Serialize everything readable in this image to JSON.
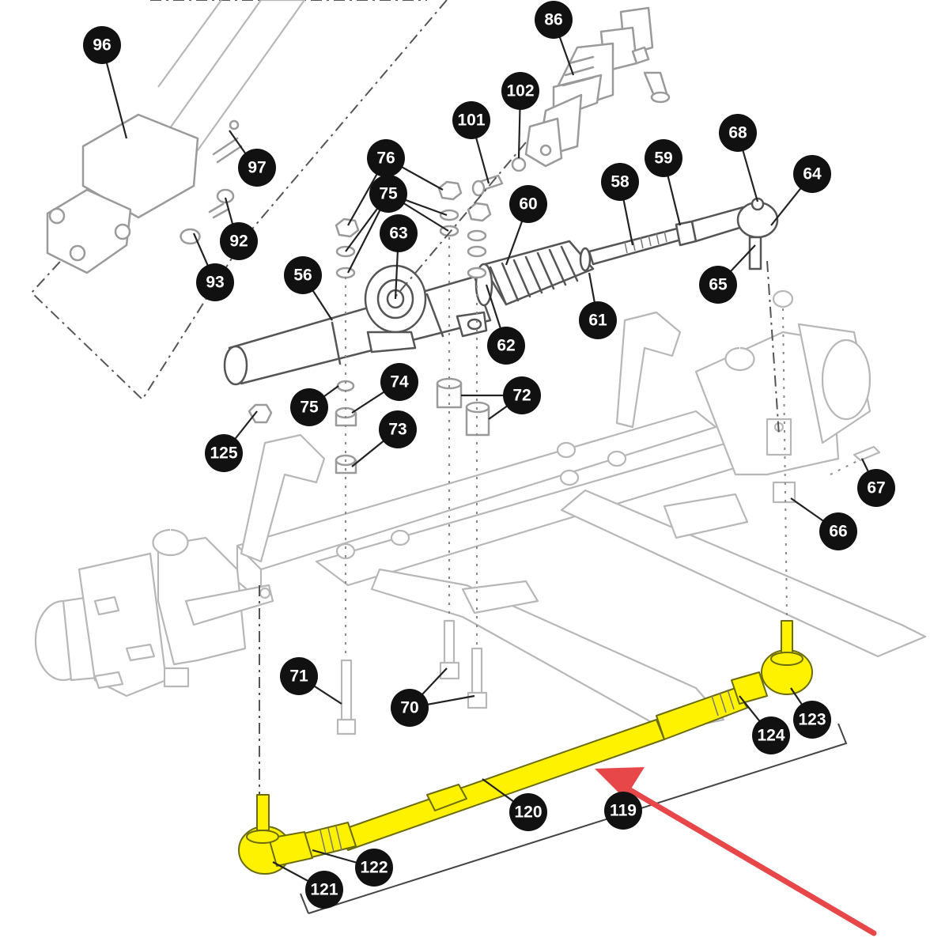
{
  "callouts": [
    {
      "id": "c96",
      "label": "96"
    },
    {
      "id": "c97",
      "label": "97"
    },
    {
      "id": "c92",
      "label": "92"
    },
    {
      "id": "c93",
      "label": "93"
    },
    {
      "id": "c86",
      "label": "86"
    },
    {
      "id": "c102",
      "label": "102"
    },
    {
      "id": "c101",
      "label": "101"
    },
    {
      "id": "c76",
      "label": "76"
    },
    {
      "id": "c75a",
      "label": "75"
    },
    {
      "id": "c60",
      "label": "60"
    },
    {
      "id": "c63",
      "label": "63"
    },
    {
      "id": "c56",
      "label": "56"
    },
    {
      "id": "c58",
      "label": "58"
    },
    {
      "id": "c59",
      "label": "59"
    },
    {
      "id": "c68",
      "label": "68"
    },
    {
      "id": "c64",
      "label": "64"
    },
    {
      "id": "c65",
      "label": "65"
    },
    {
      "id": "c61",
      "label": "61"
    },
    {
      "id": "c62",
      "label": "62"
    },
    {
      "id": "c74",
      "label": "74"
    },
    {
      "id": "c75b",
      "label": "75"
    },
    {
      "id": "c72",
      "label": "72"
    },
    {
      "id": "c73",
      "label": "73"
    },
    {
      "id": "c125",
      "label": "125"
    },
    {
      "id": "c67",
      "label": "67"
    },
    {
      "id": "c66",
      "label": "66"
    },
    {
      "id": "c71",
      "label": "71"
    },
    {
      "id": "c70",
      "label": "70"
    },
    {
      "id": "c124",
      "label": "124"
    },
    {
      "id": "c123",
      "label": "123"
    },
    {
      "id": "c120",
      "label": "120"
    },
    {
      "id": "c119",
      "label": "119"
    },
    {
      "id": "c122",
      "label": "122"
    },
    {
      "id": "c121",
      "label": "121"
    }
  ],
  "colors": {
    "highlight": "#fff200",
    "arrow": "#e8474a",
    "callout": "#111111"
  },
  "highlighted_part_label": "119"
}
